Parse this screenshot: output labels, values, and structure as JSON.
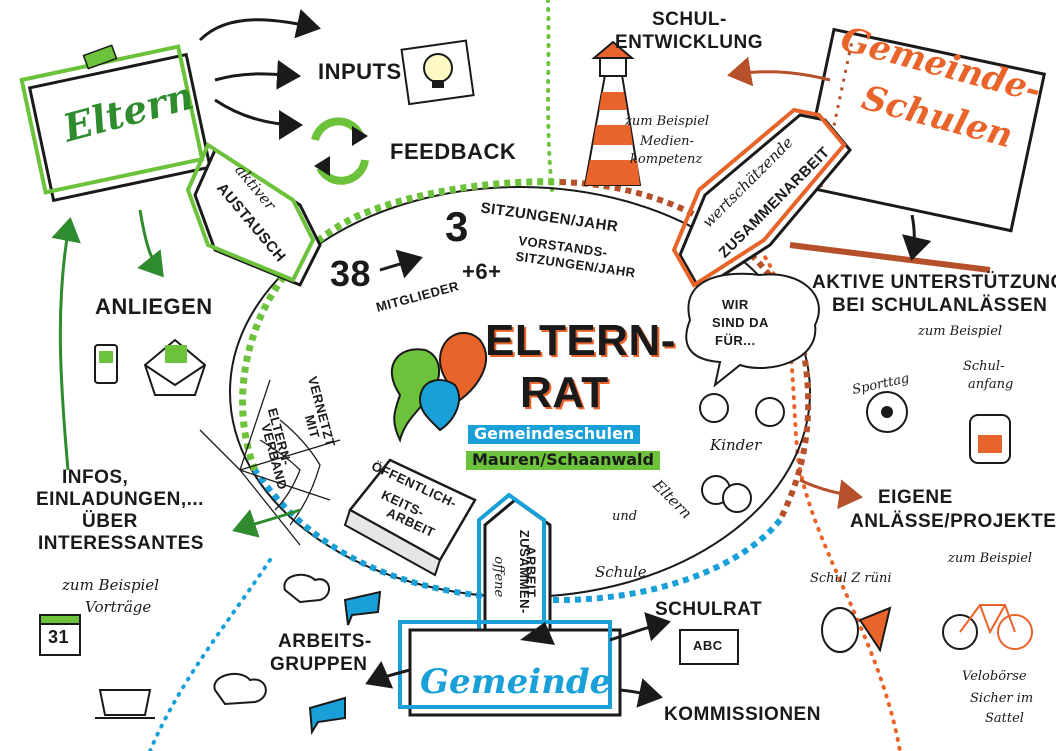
{
  "center": {
    "title_line1": "ELTERN-",
    "title_line2": "RAT",
    "sub1": "Gemeindeschulen",
    "sub2": "Mauren/Schaanwald"
  },
  "eltern": {
    "label": "Eltern",
    "inputs": "INPUTS",
    "feedback": "FEEDBACK",
    "anliegen": "ANLIEGEN",
    "austausch_l1": "aktiver",
    "austausch_l2": "AUSTAUSCH",
    "infos": [
      "INFOS,",
      "EINLADUNGEN,...",
      "ÜBER",
      "INTERESSANTES"
    ],
    "zb": "zum Beispiel",
    "vortraege": "Vorträge",
    "calendar_day": "31"
  },
  "stats": {
    "members_num": "38",
    "members_label": "MITGLIEDER",
    "sitzungen_num": "3",
    "sitzungen_label": "SITZUNGEN/JAHR",
    "vorstand_num": "+6+",
    "vorstand_l1": "VORSTANDS-",
    "vorstand_l2": "SITZUNGEN/JAHR"
  },
  "schulen": {
    "label_l1": "Gemeinde-",
    "label_l2": "Schulen",
    "entwicklung_l1": "SCHUL-",
    "entwicklung_l2": "ENTWICKLUNG",
    "zb": "zum Beispiel",
    "medien_l1": "Medien-",
    "medien_l2": "kompetenz",
    "zusammen_l1": "wertschätzende",
    "zusammen_l2": "ZUSAMMENARBEIT",
    "aktiv_l1": "AKTIVE UNTERSTÜTZUNG",
    "aktiv_l2": "BEI SCHULANLÄSSEN",
    "zb2": "zum Beispiel",
    "sporttag": "Sporttag",
    "schulanfang_l1": "Schul-",
    "schulanfang_l2": "anfang"
  },
  "bubble": {
    "l1": "WIR",
    "l2": "SIND DA",
    "l3": "FÜR..."
  },
  "kinder": "Kinder",
  "und": "und",
  "eltern2": "Eltern",
  "schule": "Schule",
  "projekte": {
    "l1": "EIGENE",
    "l2": "ANLÄSSE/PROJEKTE",
    "zb": "zum Beispiel",
    "schulzruni": "Schul Z rüni",
    "velo": "Velobörse",
    "sicher_l1": "Sicher im",
    "sicher_l2": "Sattel"
  },
  "vernetzt": {
    "l1": "VERNETZT",
    "l2": "MIT",
    "verband_l1": "ELTERN-",
    "verband_l2": "VERBAND"
  },
  "oeffentlich": {
    "l1": "ÖFFENTLICH-",
    "l2": "KEITS-",
    "l3": "ARBEIT"
  },
  "gemeinde": {
    "label": "Gemeinde",
    "offene_l1": "offene",
    "offene_l2": "ZUSAMMEN-",
    "offene_l3": "ARBEIT",
    "arbeitsgruppen_l1": "ARBEITS-",
    "arbeitsgruppen_l2": "GRUPPEN",
    "schulrat": "SCHULRAT",
    "abc": "ABC",
    "kommissionen": "KOMMISSIONEN"
  },
  "colors": {
    "green": "#6cc23a",
    "orange": "#e8642a",
    "blue": "#1aa0d8",
    "ink": "#1a1a1a",
    "brown": "#b5502a"
  }
}
